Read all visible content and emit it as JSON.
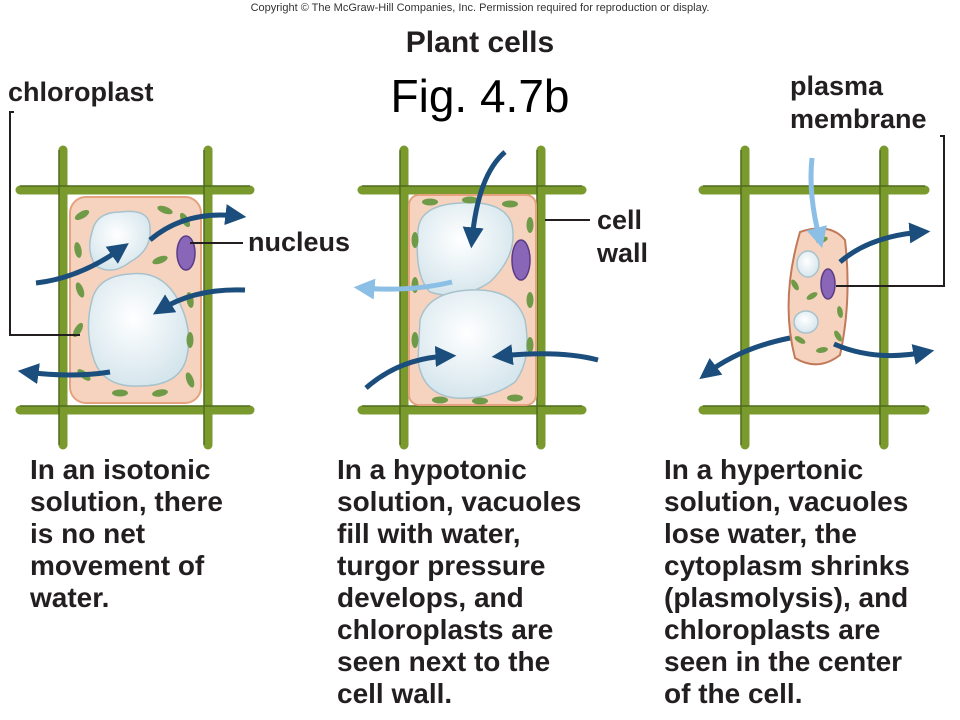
{
  "copyright": "Copyright © The McGraw-Hill Companies, Inc. Permission required for reproduction or display.",
  "title": "Plant cells",
  "figure_label": "Fig. 4.7b",
  "labels": {
    "chloroplast": "chloroplast",
    "nucleus": "nucleus",
    "cell_wall": [
      "cell",
      "wall"
    ],
    "plasma_membrane": [
      "plasma",
      "membrane"
    ]
  },
  "captions": {
    "isotonic": [
      "In an isotonic",
      "solution, there",
      "is no net",
      "movement of",
      "water."
    ],
    "hypotonic": [
      "In a hypotonic",
      "solution, vacuoles",
      "fill with water,",
      "turgor pressure",
      "develops, and",
      "chloroplasts are",
      "seen next to the",
      "cell wall."
    ],
    "hypertonic": [
      "In a hypertonic",
      "solution, vacuoles",
      "lose water, the",
      "cytoplasm shrinks",
      "(plasmolysis), and",
      "chloroplasts are",
      "seen in the center",
      "of the cell."
    ]
  },
  "colors": {
    "wall": "#7a9a2e",
    "wall_dark": "#4e6a1c",
    "cytoplasm": "#f6d3bf",
    "membrane": "#e6a27f",
    "vacuole": "#e8f1f5",
    "nucleus": "#8a66b8",
    "chloroplast": "#6f9a47",
    "arrow_dark": "#1b4e7c",
    "arrow_light": "#8cbfe6"
  }
}
